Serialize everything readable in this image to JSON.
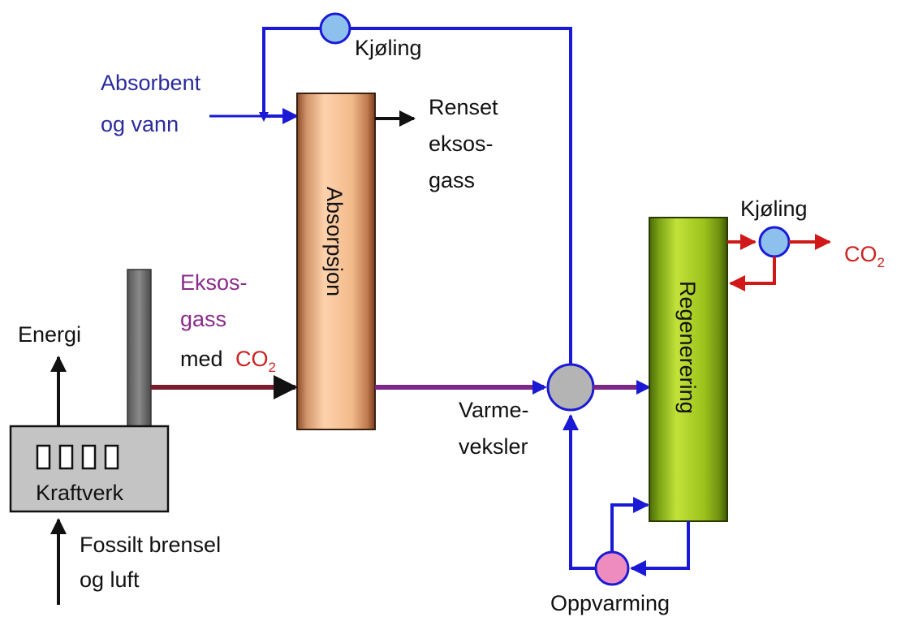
{
  "labels": {
    "absorbent_line1": "Absorbent",
    "absorbent_line2": "og vann",
    "cooling_top": "Kjøling",
    "cleaned_line1": "Renset",
    "cleaned_line2": "eksos-",
    "cleaned_line3": "gass",
    "absorption": "Absorpsjon",
    "exhaust_line1": "Eksos-",
    "exhaust_line2": "gass",
    "exhaust_line3_prefix": "med",
    "co2_base": "CO",
    "co2_sub": "2",
    "energy": "Energi",
    "powerplant": "Kraftverk",
    "fuel_line1": "Fossilt brensel",
    "fuel_line2": "og luft",
    "heat_exchanger_line1": "Varme-",
    "heat_exchanger_line2": "veksler",
    "regeneration": "Regenerering",
    "cooling_right": "Kjøling",
    "heating": "Oppvarming"
  },
  "colors": {
    "blue_flow": "#1a1ad6",
    "exhaust_flow": "#7a1e2e",
    "mixed_flow": "#7a2a86",
    "co2_flow": "#d01818",
    "absorber_fill": "#f2bb8c",
    "absorber_side": "#a8623a",
    "regenerator_fill": "#9cc21c",
    "regenerator_side": "#5a7a08",
    "cooler_fill": "#8ec0ee",
    "heater_fill": "#ee8cc0",
    "exchanger_fill": "#b4b4b4",
    "plant_fill": "#c4c4c4",
    "stack_fill": "#6c6c6c"
  },
  "icons": {
    "cooler": "circle-icon",
    "heater": "circle-icon",
    "heat_exchanger": "circle-icon",
    "window": "window-icon"
  }
}
